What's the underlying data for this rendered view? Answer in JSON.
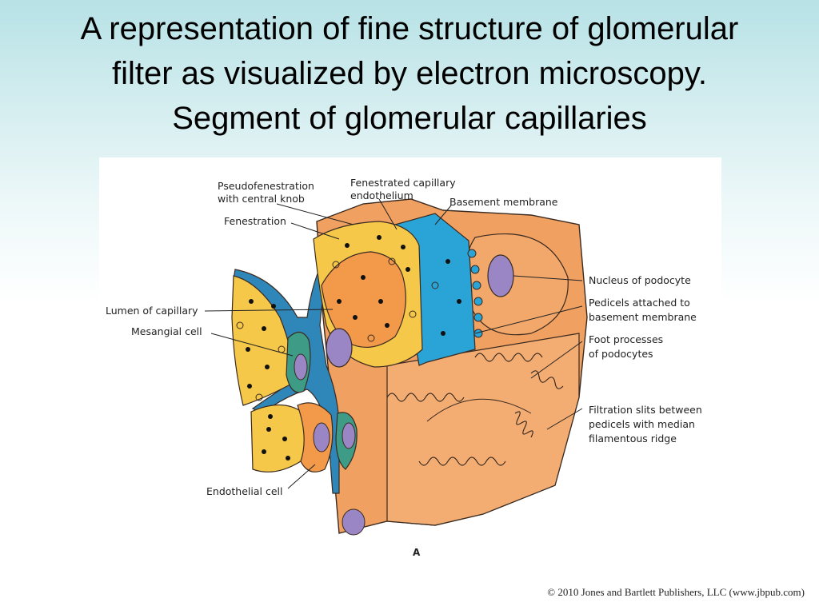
{
  "title": {
    "line1": "A representation of fine structure of glomerular",
    "line2": "filter as visualized by electron microscopy.",
    "line3": "Segment of glomerular capillaries"
  },
  "figure": {
    "labels": {
      "pseudofenestration": [
        "Pseudofenestration",
        "with central knob"
      ],
      "fenestrated_endothelium": [
        "Fenestrated capillary",
        "endothelium"
      ],
      "basement_membrane": [
        "Basement membrane"
      ],
      "fenestration": [
        "Fenestration"
      ],
      "lumen": [
        "Lumen of capillary"
      ],
      "mesangial": [
        "Mesangial cell"
      ],
      "endothelial": [
        "Endothelial cell"
      ],
      "nucleus_podocyte": [
        "Nucleus of podocyte"
      ],
      "pedicels": [
        "Pedicels attached to",
        "basement membrane"
      ],
      "foot_processes": [
        "Foot processes",
        "of podocytes"
      ],
      "filtration_slits": [
        "Filtration slits between",
        "pedicels with median",
        "filamentous ridge"
      ]
    },
    "panel_letter": "A"
  },
  "copyright": "© 2010 Jones and Bartlett Publishers, LLC (www.jbpub.com)",
  "colors": {
    "podocyte": "#f0a060",
    "podocyte_dark": "#d9824a",
    "lumen": "#f5c84a",
    "endothelium": "#f29a4a",
    "basement_membrane": "#2aa3d6",
    "mesangial": "#3d9b86",
    "nucleus": "#9a86c4",
    "outline": "#3a2a20"
  }
}
